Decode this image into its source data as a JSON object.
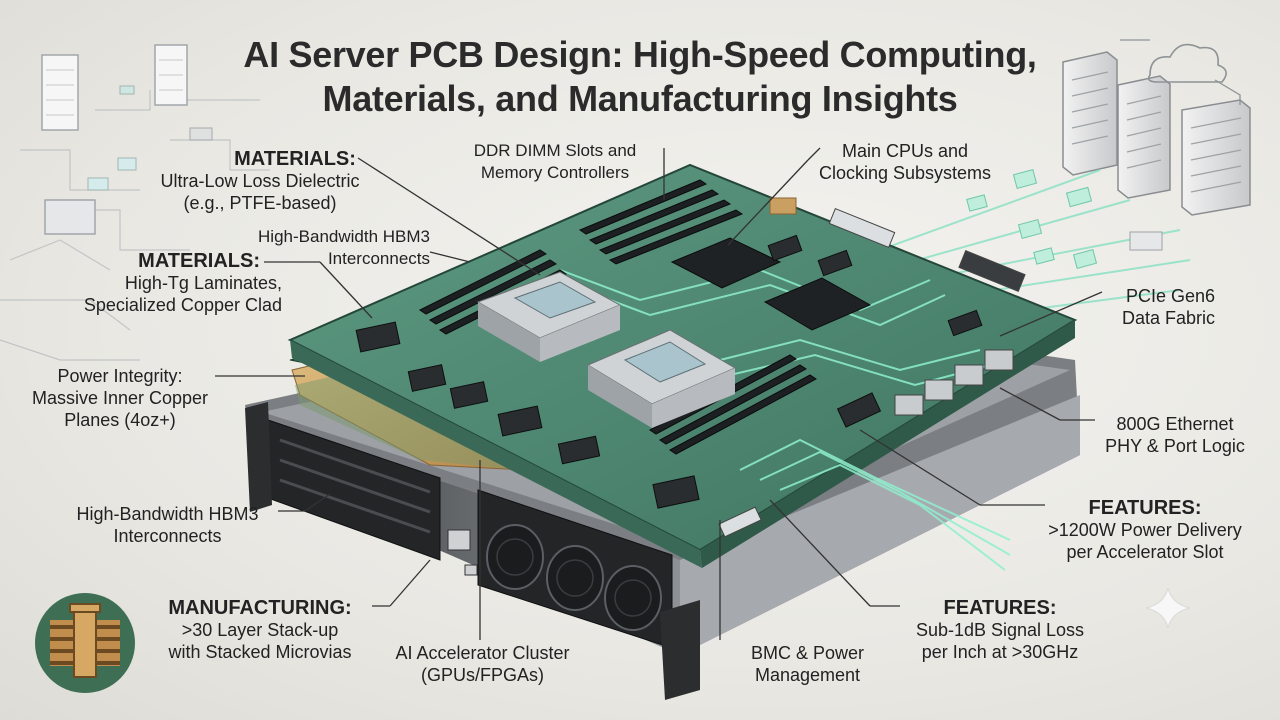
{
  "title": {
    "line1": "AI Server PCB Design: High-Speed Computing,",
    "line2": "Materials, and Manufacturing Insights"
  },
  "callouts": {
    "materials_dielectric": {
      "heading": "MATERIALS:",
      "line1": "Ultra-Low Loss Dielectric",
      "line2": "(e.g., PTFE-based)"
    },
    "materials_laminates": {
      "heading": "MATERIALS:",
      "line1": "High-Tg Laminates,",
      "line2": "Specialized Copper Clad"
    },
    "power_integrity": {
      "line1": "Power Integrity:",
      "line2": "Massive Inner Copper",
      "line3": "Planes (4oz+)"
    },
    "hbm_left": {
      "line1": "High-Bandwidth HBM3",
      "line2": "Interconnects"
    },
    "hbm_top": {
      "line1": "High-Bandwidth HBM3",
      "line2": "Interconnects"
    },
    "ddr": {
      "line1": "DDR DIMM Slots and",
      "line2": "Memory Controllers"
    },
    "cpus": {
      "line1": "Main CPUs and",
      "line2": "Clocking Subsystems"
    },
    "pcie": {
      "line1": "PCIe Gen6",
      "line2": "Data Fabric"
    },
    "ethernet": {
      "line1": "800G Ethernet",
      "line2": "PHY & Port Logic"
    },
    "features_power": {
      "heading": "FEATURES:",
      "line1": ">1200W Power Delivery",
      "line2": "per Accelerator Slot"
    },
    "features_signal": {
      "heading": "FEATURES:",
      "line1": "Sub-1dB Signal Loss",
      "line2": "per Inch at >30GHz"
    },
    "manufacturing": {
      "heading": "MANUFACTURING:",
      "line1": ">30 Layer Stack-up",
      "line2": "with Stacked Microvias"
    },
    "accelerator": {
      "line1": "AI Accelerator Cluster",
      "line2": "(GPUs/FPGAs)"
    },
    "bmc": {
      "line1": "BMC & Power",
      "line2": "Management"
    }
  },
  "colors": {
    "pcb_green": "#4f8a72",
    "pcb_dark": "#2f5a49",
    "copper": "#c9a062",
    "chassis": "#2d2f31",
    "trace_glow": "#7fe0c0"
  }
}
